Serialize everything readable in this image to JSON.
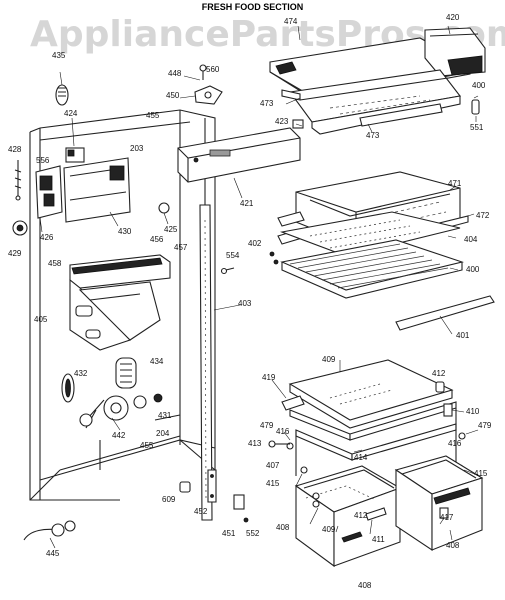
{
  "header": {
    "watermark": "AppliancePartsPros.com",
    "section_title": "FRESH FOOD SECTION"
  },
  "parts": [
    "474",
    "420",
    "435",
    "448",
    "560",
    "450",
    "400",
    "473",
    "423",
    "473",
    "551",
    "424",
    "455",
    "203",
    "428",
    "556",
    "421",
    "471",
    "472",
    "426",
    "430",
    "425",
    "429",
    "456",
    "458",
    "457",
    "402",
    "404",
    "554",
    "400",
    "405",
    "403",
    "401",
    "434",
    "432",
    "431",
    "409",
    "419",
    "412",
    "442",
    "204",
    "455",
    "479",
    "416",
    "410",
    "413",
    "407",
    "414",
    "416",
    "479",
    "415",
    "415",
    "609",
    "452",
    "451",
    "552",
    "408",
    "412",
    "409",
    "411",
    "417",
    "408",
    "445",
    "408"
  ]
}
